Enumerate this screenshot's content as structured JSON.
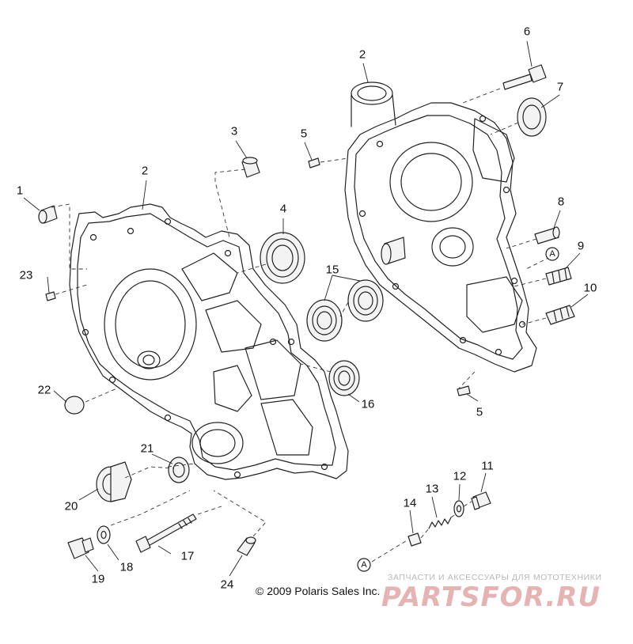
{
  "callouts": {
    "c1": "1",
    "c2a": "2",
    "c2b": "2",
    "c3": "3",
    "c4": "4",
    "c5a": "5",
    "c5b": "5",
    "c6": "6",
    "c7": "7",
    "c8": "8",
    "c9": "9",
    "c10": "10",
    "c11": "11",
    "c12": "12",
    "c13": "13",
    "c14": "14",
    "c15": "15",
    "c16": "16",
    "c17": "17",
    "c18": "18",
    "c19": "19",
    "c20": "20",
    "c21": "21",
    "c22": "22",
    "c23": "23",
    "c24": "24"
  },
  "reference_mark": "A",
  "copyright": "© 2009 Polaris Sales Inc.",
  "watermark": {
    "subtitle": "ЗАПЧАСТИ И АКСЕССУАРЫ ДЛЯ МОТОТЕХНИКИ",
    "brand": "PARTSFOR.RU"
  }
}
